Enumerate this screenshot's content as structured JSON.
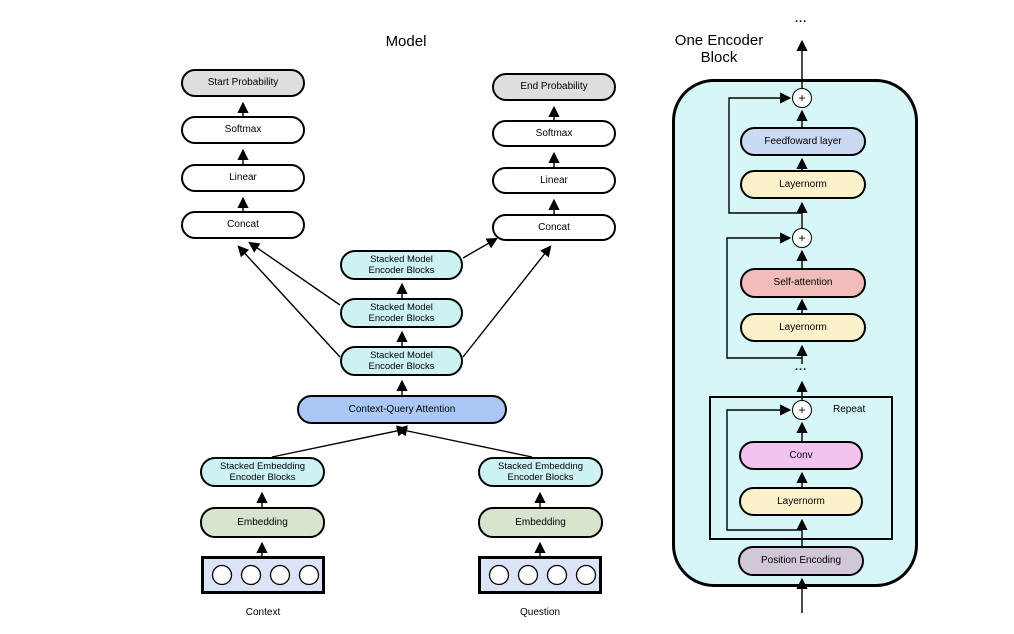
{
  "model_diagram": {
    "title": "Model",
    "start_probability": "Start Probability",
    "end_probability": "End Probability",
    "softmax": "Softmax",
    "linear": "Linear",
    "concat": "Concat",
    "stacked_model": {
      "line1": "Stacked Model",
      "line2": "Encoder Blocks"
    },
    "context_query_attention": "Context-Query Attention",
    "stacked_embedding": {
      "line1": "Stacked Embedding",
      "line2": "Encoder Blocks"
    },
    "embedding": "Embedding",
    "context_label": "Context",
    "question_label": "Question"
  },
  "encoder_diagram": {
    "title_line1": "One Encoder",
    "title_line2": "Block",
    "dots_top": "...",
    "dots_mid": "...",
    "plus": "+",
    "feedforward": "Feedfoward layer",
    "layernorm": "Layernorm",
    "self_attention": "Self-attention",
    "conv": "Conv",
    "repeat_label": "Repeat",
    "position_encoding": "Position Encoding"
  },
  "colors": {
    "probability_fill": "#dedede",
    "encoder_block_fill": "#cdf2f4",
    "encoder_panel_fill": "#d6f6f7",
    "attention_fill": "#a9c8f6",
    "embedding_fill": "#d8e4cd",
    "feedforward_fill": "#ccd9f2",
    "layernorm_fill": "#fbf2cb",
    "self_attention_fill": "#f1bcba",
    "conv_fill": "#f2c3ef",
    "position_encoding_fill": "#d2c7d8",
    "token_box_fill": "#dbe3f7",
    "line_color": "#000000"
  }
}
